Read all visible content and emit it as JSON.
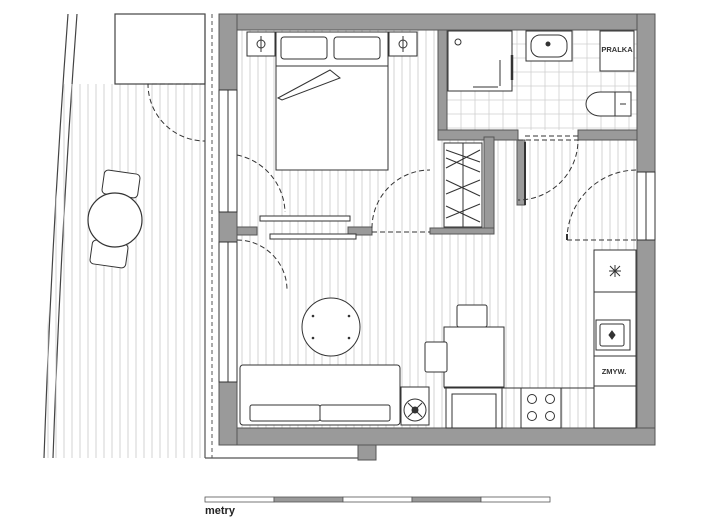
{
  "labels": {
    "washer": "PRALKA",
    "dishwasher": "ZMYW.",
    "scale_unit": "metry"
  },
  "colors": {
    "wall_fill": "#9a9a9a",
    "wall_stroke": "#555555",
    "floor_lines": "#c8c8c8",
    "tile_lines": "#cfcfcf",
    "furniture_stroke": "#333333",
    "door_swing": "#333333",
    "scale_dark": "#9a9a9a"
  },
  "scale_bar": {
    "segments": 5,
    "shaded_segments": [
      2,
      4
    ]
  }
}
